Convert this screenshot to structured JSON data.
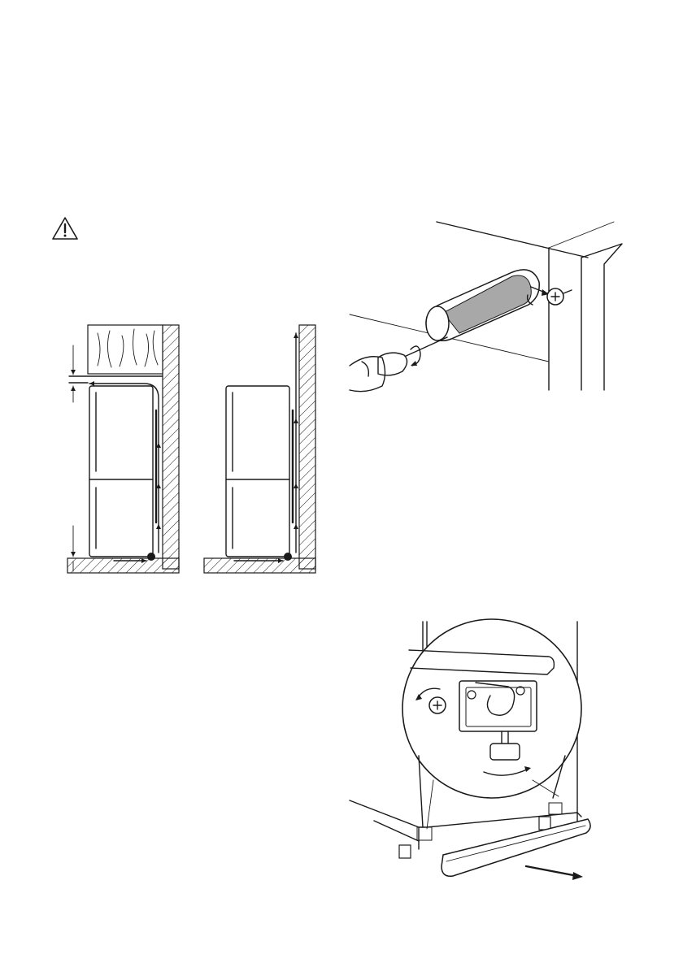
{
  "page": {
    "background": "#ffffff",
    "ink": "#1a1a1a",
    "shade": "#a8a8a8"
  },
  "icons": {
    "warning": "warning-triangle-icon"
  },
  "figures": {
    "ventilation_left": "ventilation-diagram-built-in",
    "ventilation_right": "ventilation-diagram-freestanding",
    "hinge_cover_removal": "hinge-cover-screwdriver",
    "plinth_removal": "plinth-removal-detail"
  }
}
